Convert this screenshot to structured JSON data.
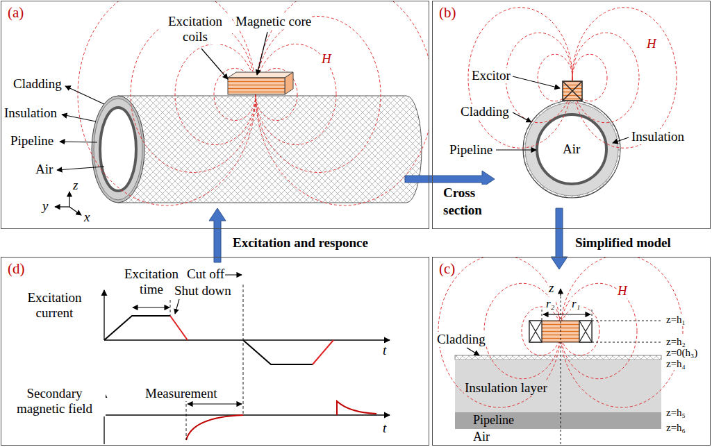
{
  "diagram": {
    "nodes": [
      {
        "text": [
          "(a)"
        ]
      },
      {
        "text": [
          "(b)"
        ]
      },
      {
        "text": [
          "(c)"
        ]
      },
      {
        "text": [
          "(d)"
        ]
      }
    ],
    "edges": [
      {
        "from": 0,
        "to": 1,
        "arrow": "to",
        "label": "Cross section"
      },
      {
        "from": 1,
        "to": 2,
        "arrow": "to",
        "label": "Simplified model"
      },
      {
        "from": 3,
        "to": 0,
        "arrow": "to",
        "label": "Excitation and responce"
      }
    ],
    "labels": [
      "Excitation coils",
      "Magnetic core",
      "H",
      "Cladding",
      "Insulation",
      "Pipeline",
      "Air",
      "z",
      "y",
      "x",
      "H",
      "Excitor",
      "Cladding",
      "Insulation",
      "Pipeline",
      "Air",
      "z",
      "H",
      "r₂",
      "r₁",
      "z=h₁",
      "z=h₂",
      "Cladding",
      "z=0(h₃)",
      "Insulation layer",
      "z=h₄",
      "Pipeline",
      "z=h₅",
      "Air",
      "z=h₆",
      "Excitation current",
      "Excitation time",
      "Cut off",
      "Shut down",
      "t",
      "Secondary magnetic field",
      "Measurement",
      "t"
    ]
  }
}
